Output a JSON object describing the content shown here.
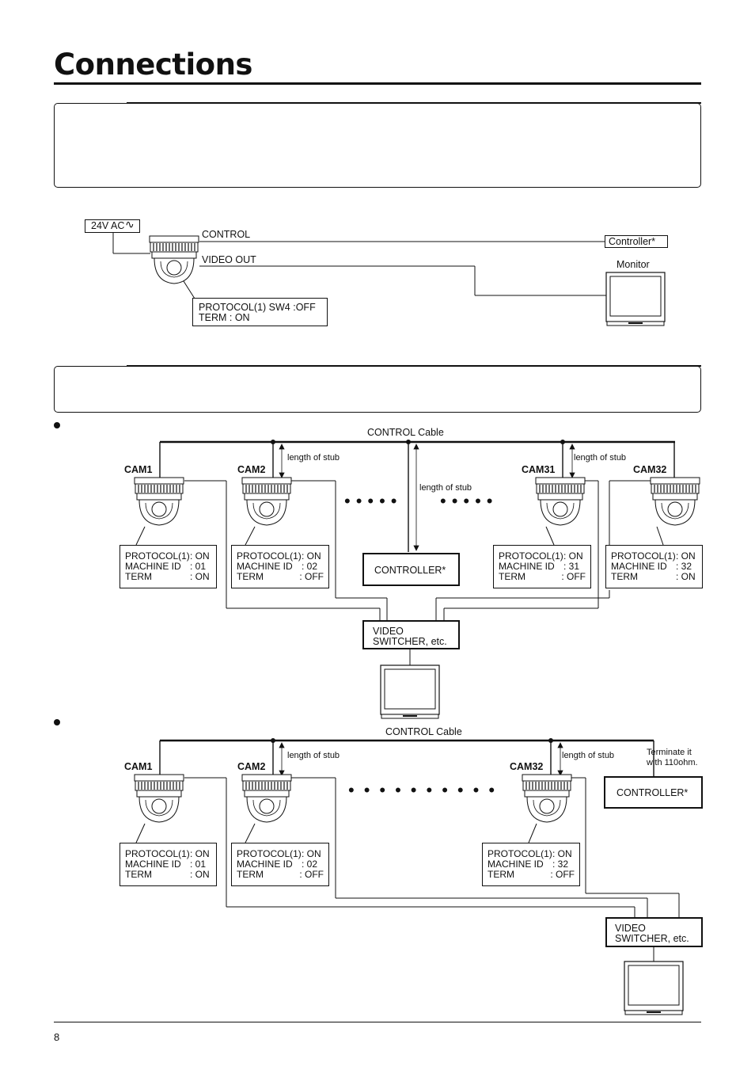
{
  "page": {
    "title": "Connections",
    "page_number": "8"
  },
  "single": {
    "power_label": "24V AC",
    "control_label": "CONTROL",
    "video_out_label": "VIDEO OUT",
    "controller_label": "Controller*",
    "monitor_label": "Monitor",
    "settings": [
      "PROTOCOL(1) SW4 :OFF",
      "TERM : ON"
    ]
  },
  "diagram_a": {
    "cable_label": "CONTROL Cable",
    "stub_label": "length of stub",
    "cameras": [
      {
        "name": "CAM1",
        "rows": [
          [
            "PROTOCOL(1)",
            ": ON"
          ],
          [
            "MACHINE ID",
            ": 01"
          ],
          [
            "TERM",
            ": ON"
          ]
        ]
      },
      {
        "name": "CAM2",
        "rows": [
          [
            "PROTOCOL(1)",
            ": ON"
          ],
          [
            "MACHINE ID",
            ": 02"
          ],
          [
            "TERM",
            ": OFF"
          ]
        ]
      },
      {
        "name": "CAM31",
        "rows": [
          [
            "PROTOCOL(1)",
            ": ON"
          ],
          [
            "MACHINE ID",
            ": 31"
          ],
          [
            "TERM",
            ": OFF"
          ]
        ]
      },
      {
        "name": "CAM32",
        "rows": [
          [
            "PROTOCOL(1)",
            ": ON"
          ],
          [
            "MACHINE ID",
            ": 32"
          ],
          [
            "TERM",
            ": ON"
          ]
        ]
      }
    ],
    "controller_label": "CONTROLLER*",
    "switcher_label_1": "VIDEO",
    "switcher_label_2": "SWITCHER, etc."
  },
  "diagram_b": {
    "cable_label": "CONTROL Cable",
    "stub_label": "length of stub",
    "terminate_1": "Terminate it",
    "terminate_2": "with 110ohm.",
    "cameras": [
      {
        "name": "CAM1",
        "rows": [
          [
            "PROTOCOL(1)",
            ": ON"
          ],
          [
            "MACHINE ID",
            ": 01"
          ],
          [
            "TERM",
            ": ON"
          ]
        ]
      },
      {
        "name": "CAM2",
        "rows": [
          [
            "PROTOCOL(1)",
            ": ON"
          ],
          [
            "MACHINE ID",
            ": 02"
          ],
          [
            "TERM",
            ": OFF"
          ]
        ]
      },
      {
        "name": "CAM32",
        "rows": [
          [
            "PROTOCOL(1)",
            ": ON"
          ],
          [
            "MACHINE ID",
            ": 32"
          ],
          [
            "TERM",
            ": OFF"
          ]
        ]
      }
    ],
    "controller_label": "CONTROLLER*",
    "switcher_label_1": "VIDEO",
    "switcher_label_2": "SWITCHER, etc."
  }
}
